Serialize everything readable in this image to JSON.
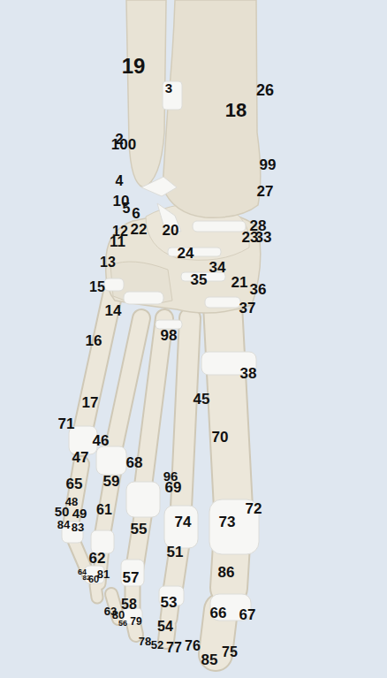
{
  "diagram": {
    "labels": [
      "19",
      "3",
      "26",
      "18",
      "2",
      "100",
      "99",
      "4",
      "27",
      "10",
      "5",
      "6",
      "28",
      "22",
      "20",
      "12",
      "23",
      "33",
      "11",
      "24",
      "13",
      "34",
      "35",
      "21",
      "15",
      "36",
      "37",
      "14",
      "98",
      "16",
      "38",
      "45",
      "17",
      "71",
      "70",
      "46",
      "47",
      "68",
      "96",
      "59",
      "65",
      "69",
      "48",
      "72",
      "61",
      "50",
      "49",
      "74",
      "73",
      "84",
      "83",
      "55",
      "51",
      "62",
      "86",
      "64",
      "81",
      "57",
      "82",
      "60",
      "53",
      "58",
      "63",
      "66",
      "80",
      "67",
      "79",
      "56",
      "54",
      "78",
      "52",
      "76",
      "77",
      "75",
      "85"
    ]
  }
}
